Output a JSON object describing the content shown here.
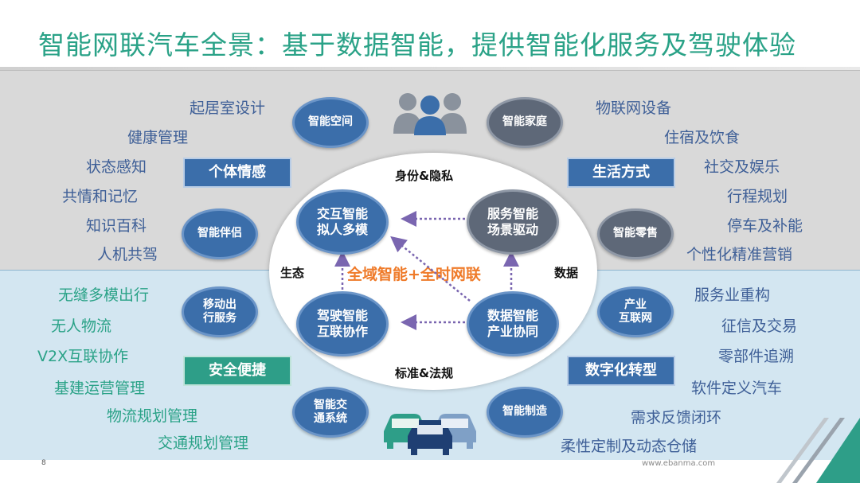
{
  "title": "智能网联汽车全景：基于数据智能，提供智能化服务及驾驶体验",
  "center": {
    "label_top": "身份&隐私",
    "label_bottom": "标准&法规",
    "label_left": "生态",
    "label_right": "数据",
    "core": "全域智能+全时网联",
    "bubbles": {
      "interaction": "交互智能\n拟人多模",
      "service": "服务智能\n场景驱动",
      "driving": "驾驶智能\n互联协作",
      "data": "数据智能\n产业协同"
    }
  },
  "quadrants": {
    "top_left": {
      "label": "个体情感",
      "bubbles": [
        "智能空间",
        "智能伴侣"
      ],
      "items": [
        "起居室设计",
        "健康管理",
        "状态感知",
        "共情和记忆",
        "知识百科",
        "人机共驾"
      ]
    },
    "top_right": {
      "label": "生活方式",
      "bubbles": [
        "智能家庭",
        "智能零售"
      ],
      "items": [
        "物联网设备",
        "住宿及饮食",
        "社交及娱乐",
        "行程规划",
        "停车及补能",
        "个性化精准营销"
      ]
    },
    "bottom_left": {
      "label": "安全便捷",
      "bubbles": [
        "移动出\n行服务",
        "智能交\n通系统"
      ],
      "items": [
        "无缝多模出行",
        "无人物流",
        "V2X互联协作",
        "基建运营管理",
        "物流规划管理",
        "交通规划管理"
      ]
    },
    "bottom_right": {
      "label": "数字化转型",
      "bubbles": [
        "产业\n互联网",
        "智能制造"
      ],
      "items": [
        "服务业重构",
        "征信及交易",
        "零部件追溯",
        "软件定义汽车",
        "需求反馈闭环",
        "柔性定制及动态仓储"
      ]
    }
  },
  "icons": [
    "people-group-icon",
    "cars-icon"
  ],
  "colors": {
    "title": "#2aa287",
    "blue": "#3b6eaa",
    "gray": "#5e6878",
    "accent": "#ef7b2a",
    "arrow": "#7a66b0"
  },
  "footer": {
    "page": "8",
    "url": "www.ebanma.com"
  }
}
